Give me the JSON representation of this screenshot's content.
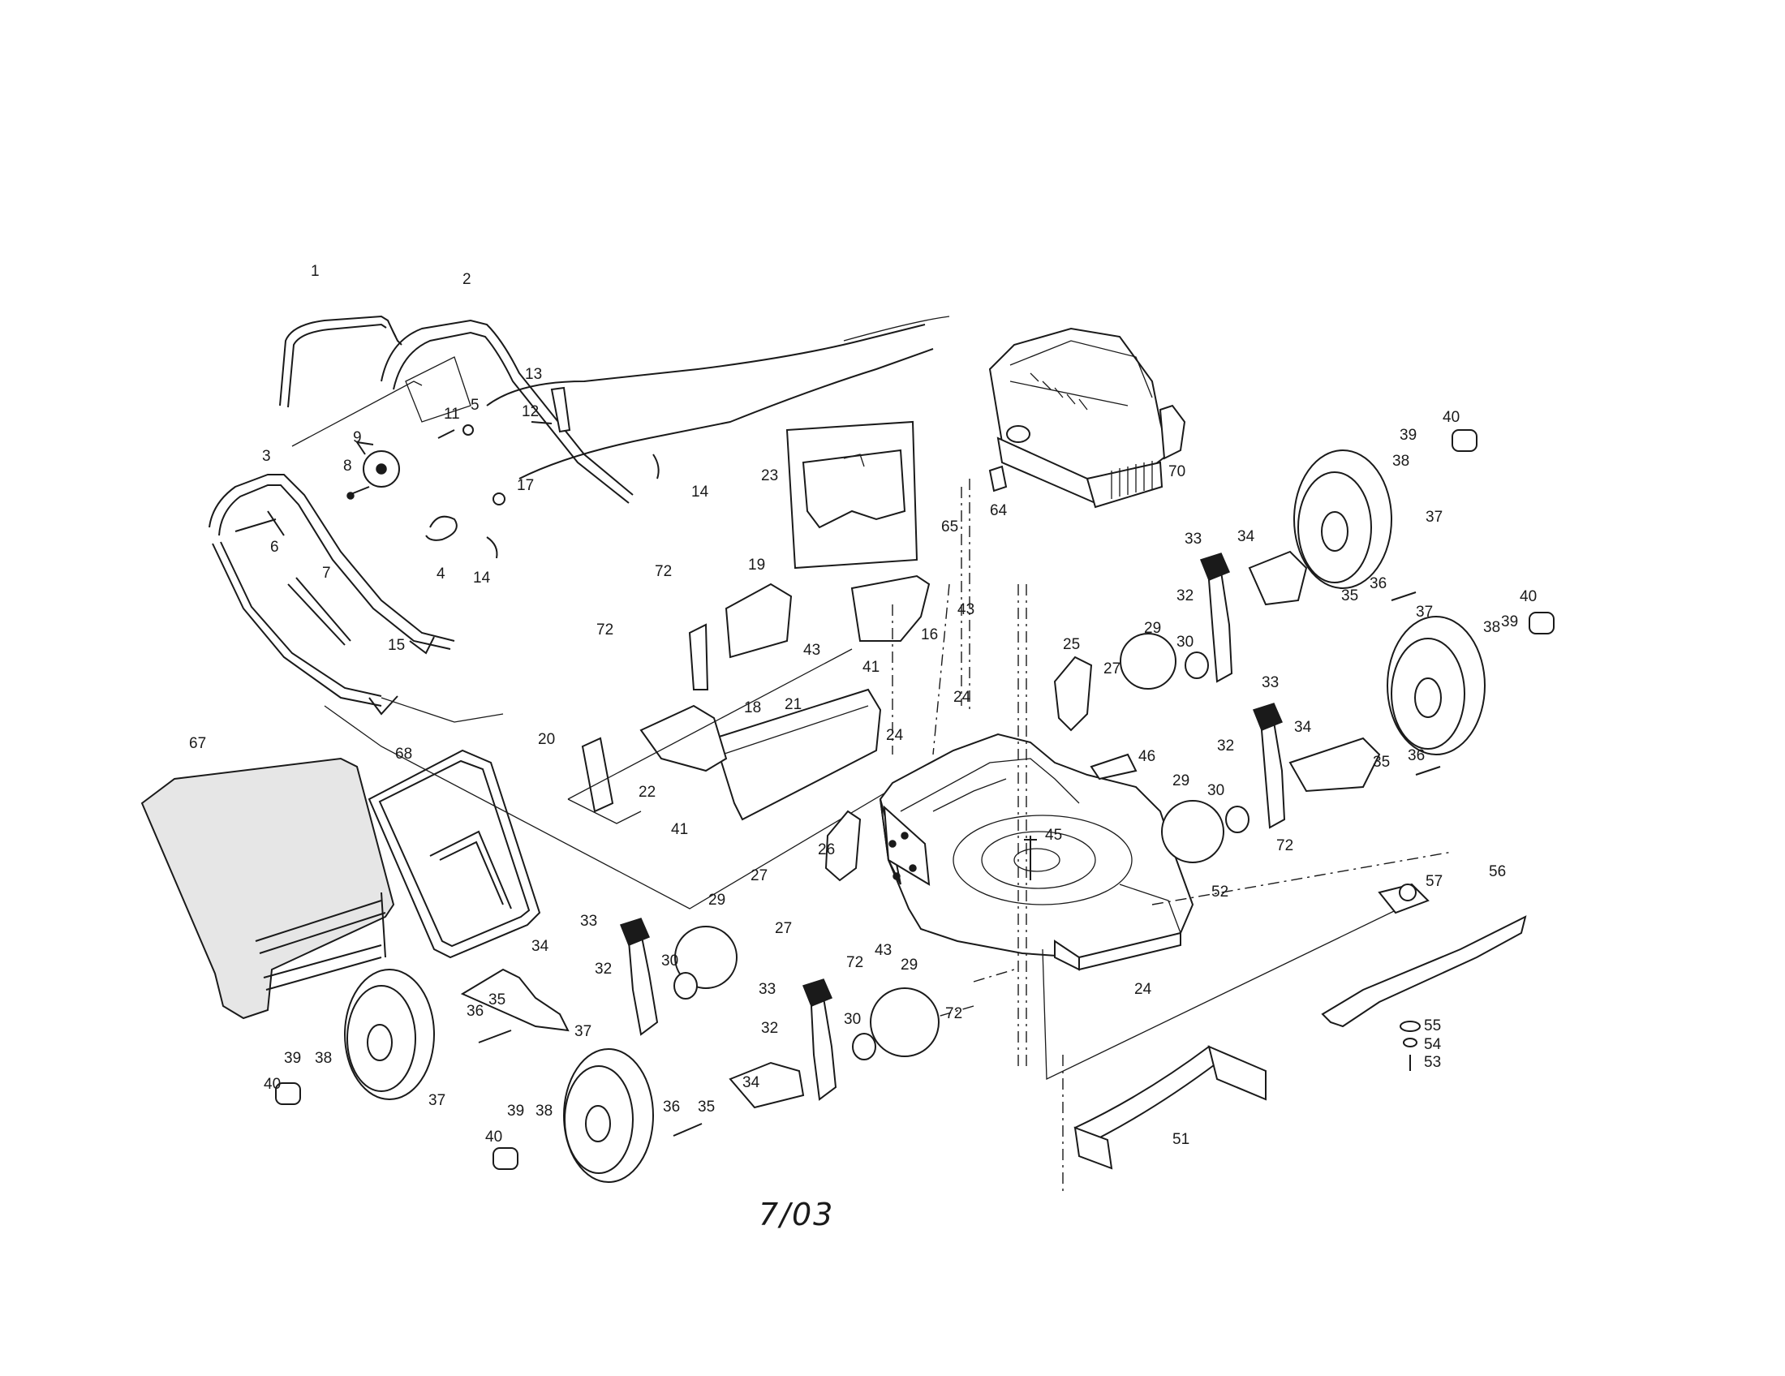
{
  "diagram": {
    "date_code": "7/03",
    "callouts": [
      "1",
      "2",
      "3",
      "4",
      "5",
      "6",
      "7",
      "8",
      "9",
      "11",
      "12",
      "13",
      "14",
      "14",
      "15",
      "16",
      "17",
      "18",
      "19",
      "20",
      "21",
      "22",
      "23",
      "24",
      "24",
      "24",
      "25",
      "26",
      "27",
      "27",
      "27",
      "29",
      "29",
      "29",
      "29",
      "30",
      "30",
      "30",
      "30",
      "32",
      "32",
      "32",
      "32",
      "33",
      "33",
      "33",
      "33",
      "34",
      "34",
      "34",
      "34",
      "35",
      "35",
      "35",
      "35",
      "36",
      "36",
      "36",
      "36",
      "37",
      "37",
      "37",
      "37",
      "38",
      "38",
      "38",
      "38",
      "39",
      "39",
      "39",
      "39",
      "40",
      "40",
      "40",
      "40",
      "41",
      "41",
      "43",
      "43",
      "43",
      "45",
      "46",
      "51",
      "52",
      "53",
      "54",
      "55",
      "56",
      "57",
      "64",
      "65",
      "67",
      "68",
      "70",
      "72",
      "72",
      "72",
      "72",
      "72"
    ]
  },
  "colors": {
    "ink": "#1a1a1a",
    "paper": "#ffffff",
    "shade": "#e6e6e6"
  }
}
